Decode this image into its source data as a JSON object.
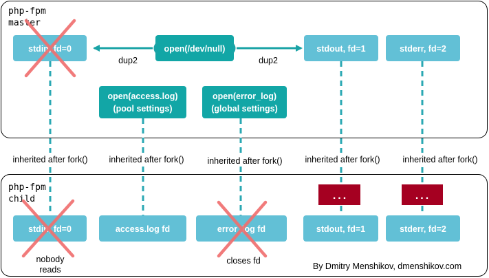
{
  "colors": {
    "light_box": "#62c0d6",
    "dark_box": "#12a6a6",
    "red_box": "#a50021",
    "cross": "#f07070",
    "dash": "#2aa8b3",
    "arrow": "#1aa3a6"
  },
  "master": {
    "title_line1": "php-fpm",
    "title_line2": "master",
    "stdin": "stdin, fd=0",
    "open_devnull": "open(/dev/null)",
    "stdout": "stdout, fd=1",
    "stderr": "stderr, fd=2",
    "dup2_left": "dup2",
    "dup2_right": "dup2",
    "access_line1": "open(access.log)",
    "access_line2": "(pool settings)",
    "error_line1": "open(error_log)",
    "error_line2": "(global settings)"
  },
  "inherit_labels": [
    "inherited after fork()",
    "inherited after fork()",
    "inherited after fork()",
    "inherited after fork()",
    "inherited after fork()"
  ],
  "child": {
    "title_line1": "php-fpm",
    "title_line2": "child",
    "stdin": "stdin, fd=0",
    "access_fd": "access.log fd",
    "error_fd": "error_log fd",
    "stdout": "stdout, fd=1",
    "stderr": "stderr, fd=2",
    "dots1": "...",
    "dots2": "...",
    "nobody_line1": "nobody",
    "nobody_line2": "reads",
    "closes_fd": "closes fd"
  },
  "credit": "By Dmitry Menshikov, dmenshikov.com"
}
